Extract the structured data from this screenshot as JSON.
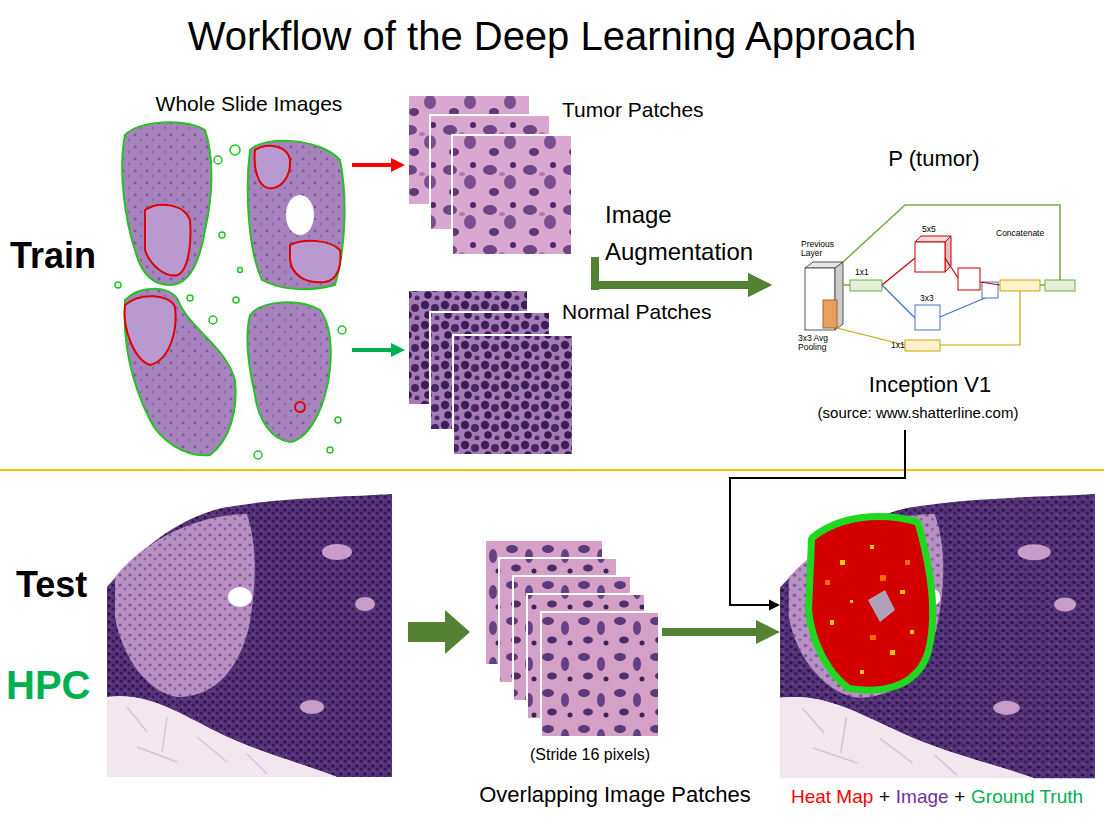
{
  "diagram": {
    "title": "Workflow of the Deep Learning Approach",
    "nodes": [
      {
        "text": [
          "Whole Slide Images"
        ]
      },
      {
        "text": [
          "Tumor Patches"
        ]
      },
      {
        "text": [
          "Normal Patches"
        ]
      },
      {
        "text": [
          "P (tumor)",
          "Inception V1",
          "(source: www.shatterline.com)"
        ]
      },
      {
        "text": [
          "(Stride 16 pixels)",
          "Overlapping Image Patches"
        ]
      },
      {
        "text": [
          "Heat Map",
          "+",
          "Image",
          "+",
          "Ground Truth"
        ]
      }
    ],
    "edges": [
      {
        "from": 0,
        "to": 1,
        "arrow": "to"
      },
      {
        "from": 0,
        "to": 2,
        "arrow": "to"
      },
      {
        "from": 1,
        "to": 3,
        "label": "Image Augmentation",
        "arrow": "to"
      },
      {
        "from": 2,
        "to": 3,
        "arrow": "to"
      },
      {
        "from": 4,
        "to": 5,
        "arrow": "to"
      },
      {
        "from": 3,
        "to": 5,
        "arrow": "to"
      }
    ],
    "labels": [
      "Train",
      "Test",
      "HPC",
      "Previous Layer",
      "5x5",
      "Concatenate",
      "1x1",
      "3x3 Avg Pooling",
      "3x3",
      "1x1"
    ]
  }
}
